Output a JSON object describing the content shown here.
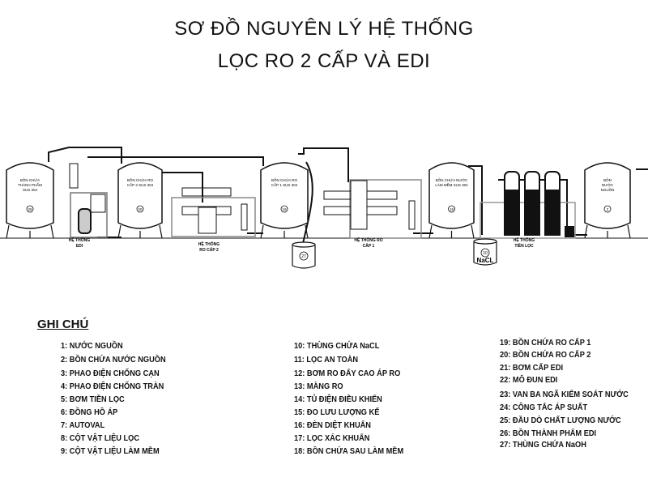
{
  "title": {
    "line1": "SƠ ĐỒ NGUYÊN LÝ HỆ THỐNG",
    "line2": "LỌC RO 2 CẤP VÀ EDI"
  },
  "tanks": [
    {
      "label1": "BỒN CHỨA",
      "label2": "THÀNH PHẨM",
      "label3": "SUS 304",
      "number": "26"
    },
    {
      "label1": "BỒN CHỨA RO",
      "label2": "CẤP 2 SUS 304",
      "label3": "",
      "number": "20"
    },
    {
      "label1": "BỒN CHỨA RO",
      "label2": "CẤP 1 SUS 304",
      "label3": "",
      "number": "19"
    },
    {
      "label1": "BỒN CHỨA NƯỚC",
      "label2": "LÀM MỀM SUS 304",
      "label3": "",
      "number": "18"
    },
    {
      "label1": "BỒN",
      "label2": "NƯỚC",
      "label3": "NGUỒN",
      "number": "2"
    }
  ],
  "systems": [
    {
      "line1": "HỆ THỐNG",
      "line2": "EDI"
    },
    {
      "line1": "HỆ THỐNG",
      "line2": "RO CẤP 2"
    },
    {
      "line1": "HỆ THỐNG RO",
      "line2": "CẤP 1"
    },
    {
      "line1": "HỆ THỐNG",
      "line2": "TIỀN LỌC"
    }
  ],
  "drums": [
    {
      "number": "27",
      "label": ""
    },
    {
      "number": "10",
      "label": "NaCL"
    }
  ],
  "legend": {
    "heading": "GHI CHÚ",
    "items": [
      "1: NƯỚC NGUỒN",
      "2: BỒN CHỨA NƯỚC NGUỒN",
      "3: PHAO ĐIỆN CHỐNG CẠN",
      "4: PHAO ĐIỆN CHỐNG TRÀN",
      "5: BƠM TIỀN LỌC",
      "6: ĐỒNG HỒ ÁP",
      "7: AUTOVAL",
      "8: CỘT VẬT LIỆU LỌC",
      "9: CỘT VẬT LIỆU LÀM MỀM",
      "10: THÙNG CHỨA NaCL",
      "11: LỌC AN TOÀN",
      "12: BƠM RO ĐẨY CAO ÁP RO",
      "13: MÀNG RO",
      "14: TỦ ĐIỆN ĐIỀU KHIỂN",
      "15: ĐO LƯU LƯỢNG KẾ",
      "16: ĐÈN DIỆT KHUẨN",
      "17: LỌC XÁC KHUẨN",
      "18: BỒN CHỨA SAU LÀM MỀM",
      "19: BỒN CHỨA RO CẤP 1",
      "20: BỒN CHỨA RO CẤP 2",
      "21: BƠM CẤP EDI",
      "22: MÔ ĐUN EDI",
      "23: VAN BA NGÃ KIỂM SOÁT NƯỚC",
      "24: CÔNG TẮC ÁP SUẤT",
      "25: ĐẦU DÒ CHẤT LƯỢNG NƯỚC",
      "26: BỒN THÀNH PHẨM EDI",
      "27: THÙNG CHỨA NaOH"
    ]
  },
  "colors": {
    "line": "#111111",
    "frame": "#999999",
    "resin": "#111111"
  }
}
